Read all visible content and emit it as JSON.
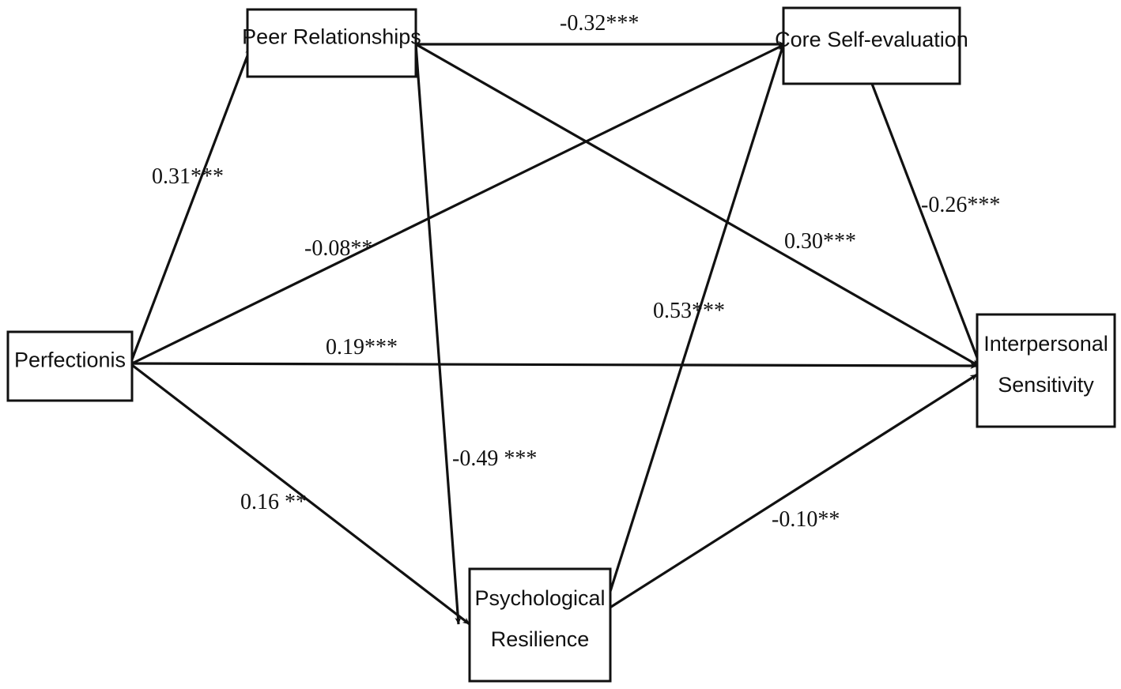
{
  "diagram": {
    "nodes": [
      {
        "id": "perfectionis",
        "lines": [
          "Perfectionis"
        ]
      },
      {
        "id": "peer",
        "lines": [
          "Peer Relationships"
        ]
      },
      {
        "id": "core",
        "lines": [
          "Core Self-evaluation"
        ]
      },
      {
        "id": "psych",
        "lines": [
          "Psychological",
          "Resilience"
        ]
      },
      {
        "id": "inter",
        "lines": [
          "Interpersonal",
          "Sensitivity"
        ]
      }
    ],
    "edges": [
      {
        "from": "perfectionis",
        "to": "peer",
        "label": "0.31***"
      },
      {
        "from": "perfectionis",
        "to": "core",
        "label": "-0.08**"
      },
      {
        "from": "perfectionis",
        "to": "inter",
        "label": "0.19***"
      },
      {
        "from": "perfectionis",
        "to": "psych",
        "label": "0.16 **"
      },
      {
        "from": "peer",
        "to": "core",
        "label": "-0.32***"
      },
      {
        "from": "peer",
        "to": "inter",
        "label": "0.30***"
      },
      {
        "from": "peer",
        "to": "psych",
        "label": "-0.49 ***"
      },
      {
        "from": "psych",
        "to": "core",
        "label": "0.53***"
      },
      {
        "from": "psych",
        "to": "inter",
        "label": "-0.10**"
      },
      {
        "from": "core",
        "to": "inter",
        "label": "-0.26***"
      }
    ]
  }
}
